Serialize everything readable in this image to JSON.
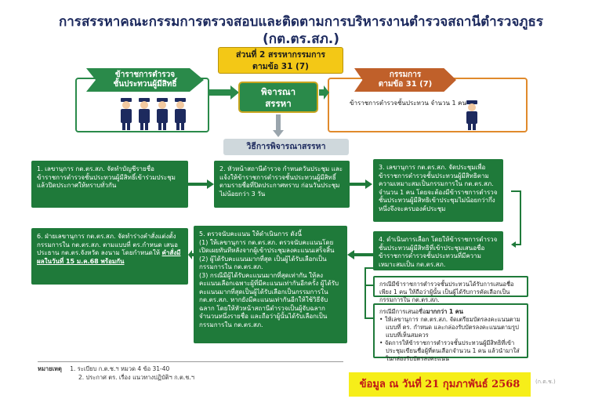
{
  "header": {
    "title_line1": "การสรรหาคณะกรรมการตรวจสอบและติดตามการบริหารงานตำรวจสถานีตำรวจภูธร",
    "title_line2": "(กต.ตร.สภ.)"
  },
  "part": {
    "line1": "ส่วนที่ 2 สรรหากรรมการ",
    "line2": "ตามข้อ 31 (7)"
  },
  "left_panel": {
    "line1": "ข้าราชการตำรวจ",
    "line2": "ชั้นประทวนผู้มีสิทธิ์"
  },
  "consider": {
    "line1": "พิจารณา",
    "line2": "สรรหา"
  },
  "right_panel": {
    "line1": "กรรมการ",
    "line2": "ตามข้อ 31 (7)",
    "detail": "ข้าราชการตำรวจชั้นประทวน จำนวน 1 คน"
  },
  "method_label": "วิธีการพิจารณาสรรหา",
  "steps": {
    "s1": "1. เลขานุการ กต.ตร.สภ. จัดทำบัญชีรายชื่อข้าราชการตำรวจชั้นประทวนผู้มีสิทธิ์เข้าร่วมประชุม แล้วปิดประกาศให้ทราบทั่วกัน",
    "s2": "2. หัวหน้าสถานีตำรวจ กำหนดวันประชุม และแจ้งให้ข้าราชการตำรวจชั้นประทวนผู้มีสิทธิ์ตามรายชื่อที่ปิดประกาศทราบ ก่อนวันประชุมไม่น้อยกว่า 3 วัน",
    "s3": "3. เลขานุการ กต.ตร.สภ. จัดประชุมเพื่อข้าราชการตำรวจชั้นประทวนผู้มีสิทธิตามความเหมาะสมเป็นกรรมการใน กต.ตร.สภ. จำนวน 1 คน โดยจะต้องมีข้าราชการตำรวจชั้นประทวนผู้มีสิทธิเข้าประชุมไม่น้อยกว่ากึ่งหนึ่งจึงจะครบองค์ประชุม",
    "s4": "4. ดำเนินการเลือก โดยให้ข้าราชการตำรวจชั้นประทวนผู้มีสิทธิที่เข้าประชุมเสนอชื่อข้าราชการตำรวจชั้นประทวนที่มีความเหมาะสมเป็น กต.ตร.สภ.",
    "s5_head": "5. ตรวจนับคะแนน ให้ดำเนินการ ดังนี้",
    "s5_a": "(1) ให้เลขานุการ กต.ตร.สภ. ตรวจนับคะแนนโดยเปิดเผยทันทีหลังจากผู้เข้าประชุมลงคะแนนเสร็จสิ้น",
    "s5_b": "(2) ผู้ได้รับคะแนนมากที่สุด เป็นผู้ได้รับเลือกเป็นกรรมการใน กต.ตร.สภ.",
    "s5_c": "(3) กรณีมีผู้ได้รับคะแนนมากที่สุดเท่ากัน ให้ลงคะแนนเลือกเฉพาะผู้ที่มีคะแนนเท่ากันอีกครั้ง ผู้ได้รับคะแนนมากที่สุดเป็นผู้ได้รับเลือกเป็นกรรมการใน กต.ตร.สภ. หากยังมีคะแนนเท่ากันอีกให้ใช้วิธีจับฉลาก โดยให้หัวหน้าสถานีตำรวจเป็นผู้จับฉลากจำนวนหนึ่งรายชื่อ และถือว่าผู้นั้นได้รับเลือกเป็นกรรมการใน กต.ตร.สภ.",
    "s6_text": "6. ฝ่ายเลขานุการ กต.ตร.สภ. จัดทำร่างคำสั่งแต่งตั้งกรรมการใน กต.ตร.สภ. ตามแบบที่ ตร.กำหนด เสนอประธาน กต.ตร.จังหวัด ลงนาม โดยกำหนดให้",
    "s6_emph": "คำสั่งมีผลในวันที่ 15 ม.ค.68 พร้อมกัน"
  },
  "case1": "กรณีมีข้าราชการตำรวจชั้นประทวนได้รับการเสนอชื่อเพียง 1 คน ให้ถือว่าผู้นั้น เป็นผู้ได้รับการคัดเลือกเป็นกรรมการใน กต.ตร.สภ.",
  "case2": {
    "lead": "กรณีมีการเสนอชื่อ",
    "lead_bold": "มากกว่า 1 คน",
    "bullet1": "ให้เลขานุการ กต.ตร.สภ. จัดเตรียมบัตรลงคะแนนตามแบบที่ ตร. กำหนด และกล่องรับบัตรลงคะแนนตามรูปแบบที่เห็นสมควร",
    "bullet2": "จัดการให้ข้าราชการตำรวจชั้นประทวนผู้มีสิทธิที่เข้าประชุมเขียนชื่อผู้ที่ตนเลือกจำนวน 1 คน แล้วนำมาใส่ในกล่องรับบัตรลงคะแนน"
  },
  "note": {
    "label": "หมายเหตุ",
    "line1": "1. ระเบียบ ก.ต.ช.ฯ หมวด 4 ข้อ 31-40",
    "line2": "2. ประกาศ ตร. เรื่อง แนวทางปฏิบัติฯ ก.ต.ช.ฯ"
  },
  "date_info": "ข้อมูล ณ วันที่ 21 กุมภาพันธ์ 2568",
  "faint_text": "(ก.ต.ช.)",
  "colors": {
    "green": "#1f7a3a",
    "navy": "#1d2a5e",
    "gold": "#f3c816",
    "orange": "#e08a2c",
    "highlight_yellow": "#f6ee19",
    "date_red": "#c01818"
  }
}
